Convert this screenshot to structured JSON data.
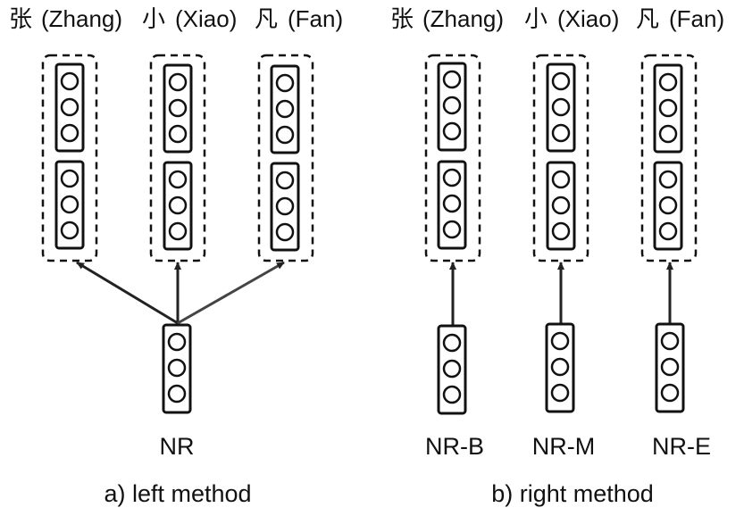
{
  "diagram": {
    "panel_a": {
      "header": {
        "chars": [
          {
            "char": "张",
            "pinyin": "(Zhang)"
          },
          {
            "char": "小",
            "pinyin": "(Xiao)"
          },
          {
            "char": "凡",
            "pinyin": "(Fan)"
          }
        ]
      },
      "source_label": "NR",
      "caption": "a) left method"
    },
    "panel_b": {
      "header": {
        "chars": [
          {
            "char": "张",
            "pinyin": "(Zhang)"
          },
          {
            "char": "小",
            "pinyin": "(Xiao)"
          },
          {
            "char": "凡",
            "pinyin": "(Fan)"
          }
        ]
      },
      "source_labels": [
        "NR-B",
        "NR-M",
        "NR-E"
      ],
      "caption": "b) right method"
    }
  }
}
